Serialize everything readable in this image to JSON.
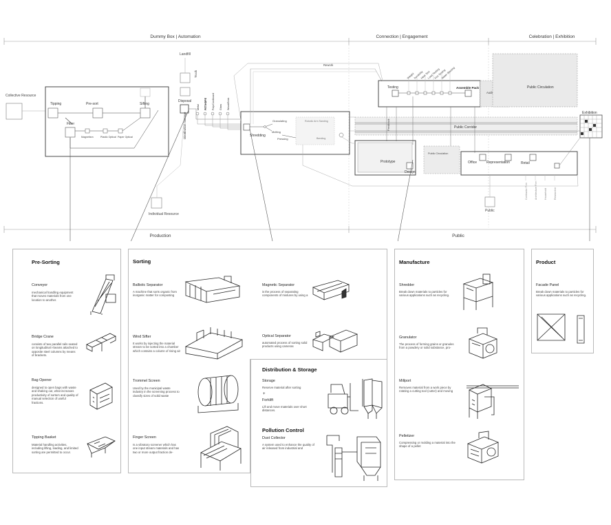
{
  "sections": {
    "dummy_box": "Dummy Box | Automation",
    "connection": "Connection | Engagement",
    "celebration": "Celebration | Exhibition",
    "production": "Production",
    "public": "Public"
  },
  "nodes": {
    "collective_resource": "Collective Resource",
    "tipping": "Tipping",
    "pre_sort": "Pre-sort",
    "sifting": "Sifting",
    "filter": "Filter",
    "magnetism": "Magnetism",
    "plastic_optical": "Plastic Optical",
    "paper_optical": "Paper Optical",
    "landfill": "Landfill",
    "truck": "Truck",
    "disposal": "Disposal",
    "distribution_storage": "Distribution Storage",
    "individual_resource": "Individual Resource",
    "metal": "Metal",
    "pet_hdpe": "PET/HDPE",
    "pulp_cardboard": "Pulp/Cardboard",
    "glass": "Glass",
    "wood_brick": "Wood/Brick",
    "shredding": "Shredding",
    "granulating": "Granulating",
    "melting": "Melting",
    "pressing": "Pressing",
    "robotic_arm_sanding": "Robotic Arm Sanding",
    "bending": "Bending",
    "rework": "Rework",
    "testing": "Testing",
    "assemble_pack": "Assemble Pack",
    "auditorium": "Auditorium",
    "public_circulation_big": "Public Circulation",
    "public_corridor": "Public Corridor",
    "feedback": "Feedback",
    "prototype": "Prototype",
    "design": "Design",
    "public_circulation_small": "Public Circulation",
    "office": "Office",
    "representation": "Representation",
    "retail": "Retail",
    "exhibition": "Exhibition",
    "public_node": "Public",
    "testing_labels": [
      "Weight",
      "Durability",
      "Heat Test",
      "Load Testing",
      "Fire Testing",
      "Water Blasting"
    ],
    "retail_labels": [
      "Contractor Firm",
      "Architecture Firm",
      "Household",
      "Researcher"
    ]
  },
  "panels": {
    "presorting": {
      "title": "Pre-Sorting",
      "items": [
        {
          "name": "Conveyor",
          "desc": "mechanical handling equipment that moves materials from one location to another."
        },
        {
          "name": "Bridge Crane",
          "desc": "consists of two parallel rails seated on longitudinal I-beams attached to opposite steel columns by means of brackets."
        },
        {
          "name": "Bag Opener",
          "desc": "designed to open bags with waste and shaking out, what increases productivity of sorters and quality of manual selection of useful fractions."
        },
        {
          "name": "Tipping Basket",
          "desc": "Material handling activities, including lifting, loading, and limited sorting are permitted to occur."
        }
      ]
    },
    "sorting": {
      "title": "Sorting",
      "items": [
        {
          "name": "Ballistic Separator",
          "desc": "A machine that sorts organic from inorganic matter for composting"
        },
        {
          "name": "Wind Sifter",
          "desc": "It works by injecting the material stream to be sorted into a chamber which contains a column of rising air"
        },
        {
          "name": "Trommel Screen",
          "desc": "Used by the municipal waste industry in the screening process to classify sizes of solid waste"
        },
        {
          "name": "Finger Screen",
          "desc": "Is a vibratory screener which has one input stream materials and has two or more output fraction de-"
        },
        {
          "name": "Magnetic Separator",
          "desc": "is the process of separating components of mixtures by using a"
        },
        {
          "name": "Optical Separator",
          "desc": "automated process of sorting solid products using cameras"
        }
      ]
    },
    "distribution": {
      "title": "Distribution & Storage",
      "items": [
        {
          "name": "Storage",
          "desc": "Reserve material after sorting"
        },
        {
          "name": "Forklift",
          "desc": "Lift and move materials over short distances."
        }
      ],
      "plus": "+"
    },
    "pollution": {
      "title": "Pollution Control",
      "items": [
        {
          "name": "Dust Collector",
          "desc": "A system used to enhance the quality of air released from industrial and"
        }
      ]
    },
    "manufacture": {
      "title": "Manufacture",
      "items": [
        {
          "name": "Shredder",
          "desc": "Break down materials to particles for various applications such as recycling."
        },
        {
          "name": "Granulator",
          "desc": "The process of forming grains or granules from a powdery or solid substance, pro-"
        },
        {
          "name": "Millport",
          "desc": "Removes material from a work piece by rotating a cutting tool (cutter) and moving"
        },
        {
          "name": "Pelletizer",
          "desc": "Compressing or molding a material into the shape of a pellet"
        }
      ]
    },
    "product": {
      "title": "Product",
      "items": [
        {
          "name": "Facade Panel",
          "desc": "Break down materials to particles for various applications such as recycling."
        }
      ]
    }
  }
}
